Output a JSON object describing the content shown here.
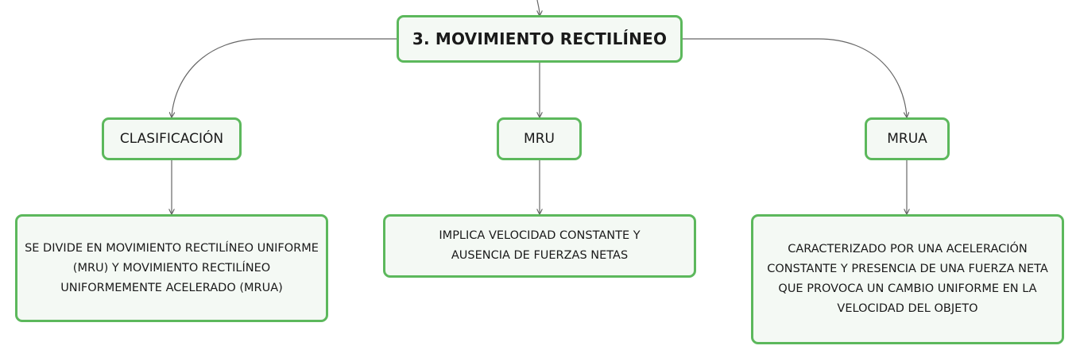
{
  "colors": {
    "node_border": "#5cb85c",
    "node_fill": "#f4f9f4",
    "connector": "#666666",
    "text": "#1a1a1a"
  },
  "root": {
    "label": "3. MOVIMIENTO RECTILÍNEO"
  },
  "topics": [
    {
      "label": "CLASIFICACIÓN",
      "detail": "SE DIVIDE EN MOVIMIENTO RECTILÍNEO UNIFORME (MRU) Y MOVIMIENTO RECTILÍNEO UNIFORMEMENTE ACELERADO (MRUA)"
    },
    {
      "label": "MRU",
      "detail": "IMPLICA VELOCIDAD CONSTANTE Y AUSENCIA DE FUERZAS NETAS"
    },
    {
      "label": "MRUA",
      "detail": "CARACTERIZADO POR UNA ACELERACIÓN CONSTANTE Y PRESENCIA DE UNA FUERZA NETA QUE PROVOCA UN CAMBIO UNIFORME EN LA VELOCIDAD DEL OBJETO"
    }
  ]
}
